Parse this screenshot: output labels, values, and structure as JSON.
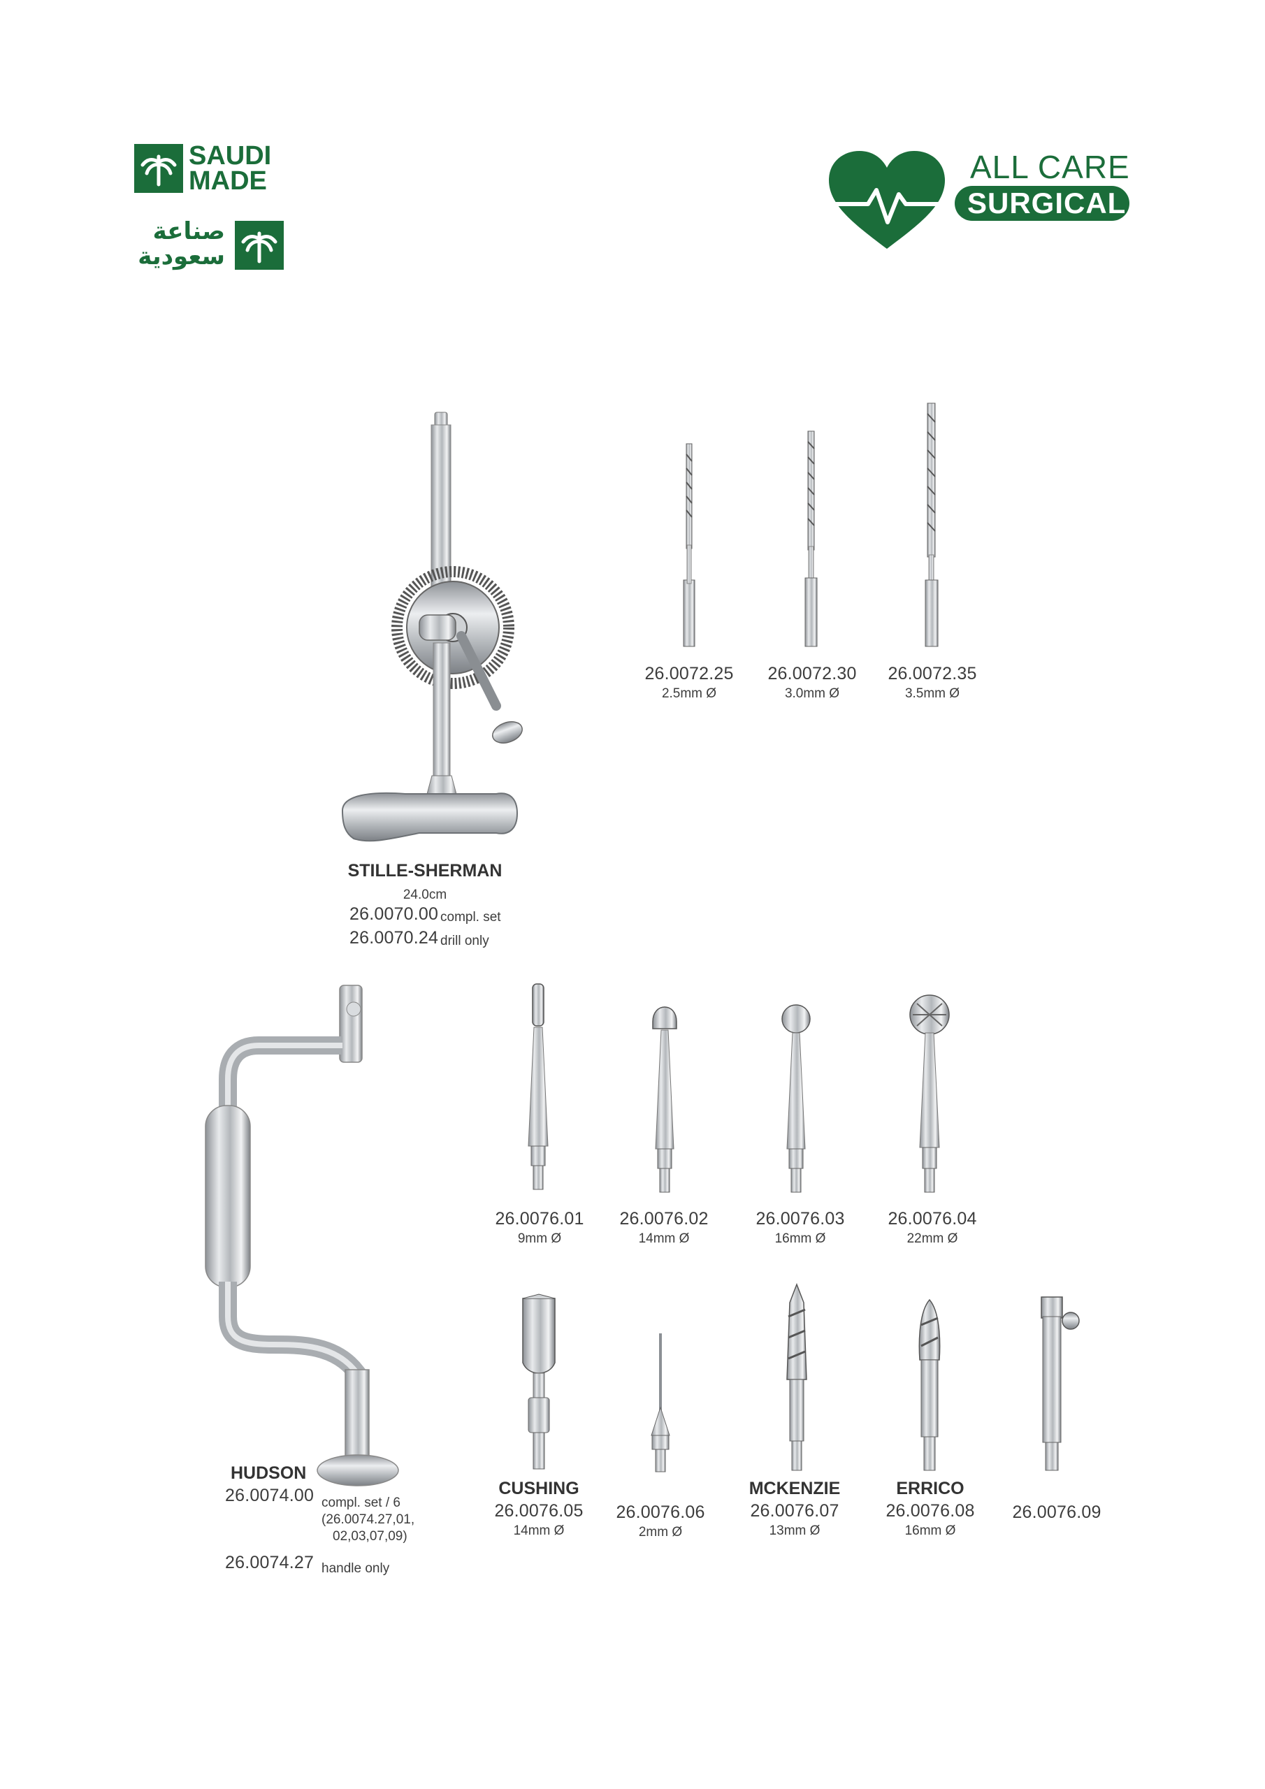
{
  "branding": {
    "saudi_made": {
      "line1": "SAUDI",
      "line2": "MADE",
      "arabic_line1": "صناعة",
      "arabic_line2": "سعودية",
      "color": "#1b6d3a"
    },
    "all_care": {
      "line1": "ALL CARE",
      "line2": "SURGICAL",
      "color": "#1b6d3a"
    }
  },
  "stille_sherman": {
    "name": "STILLE-SHERMAN",
    "size": "24.0cm",
    "items": [
      {
        "code": "26.0070.00",
        "desc": "compl. set"
      },
      {
        "code": "26.0070.24",
        "desc": "drill only"
      }
    ]
  },
  "drills_top": [
    {
      "code": "26.0072.25",
      "size": "2.5mm Ø"
    },
    {
      "code": "26.0072.30",
      "size": "3.0mm Ø"
    },
    {
      "code": "26.0072.35",
      "size": "3.5mm Ø"
    }
  ],
  "burrs_row1": [
    {
      "code": "26.0076.01",
      "size": "9mm Ø"
    },
    {
      "code": "26.0076.02",
      "size": "14mm Ø"
    },
    {
      "code": "26.0076.03",
      "size": "16mm Ø"
    },
    {
      "code": "26.0076.04",
      "size": "22mm Ø"
    }
  ],
  "hudson": {
    "name": "HUDSON",
    "items": [
      {
        "code": "26.0074.00",
        "desc_line1": "compl. set / 6",
        "desc_line2": "(26.0074.27,01,",
        "desc_line3": "02,03,07,09)"
      },
      {
        "code": "26.0074.27",
        "desc": "handle only"
      }
    ]
  },
  "burrs_row2": [
    {
      "name": "CUSHING",
      "code": "26.0076.05",
      "size": "14mm Ø"
    },
    {
      "name": "",
      "code": "26.0076.06",
      "size": "2mm Ø"
    },
    {
      "name": "MCKENZIE",
      "code": "26.0076.07",
      "size": "13mm Ø"
    },
    {
      "name": "ERRICO",
      "code": "26.0076.08",
      "size": "16mm Ø"
    },
    {
      "name": "",
      "code": "26.0076.09",
      "size": ""
    }
  ]
}
